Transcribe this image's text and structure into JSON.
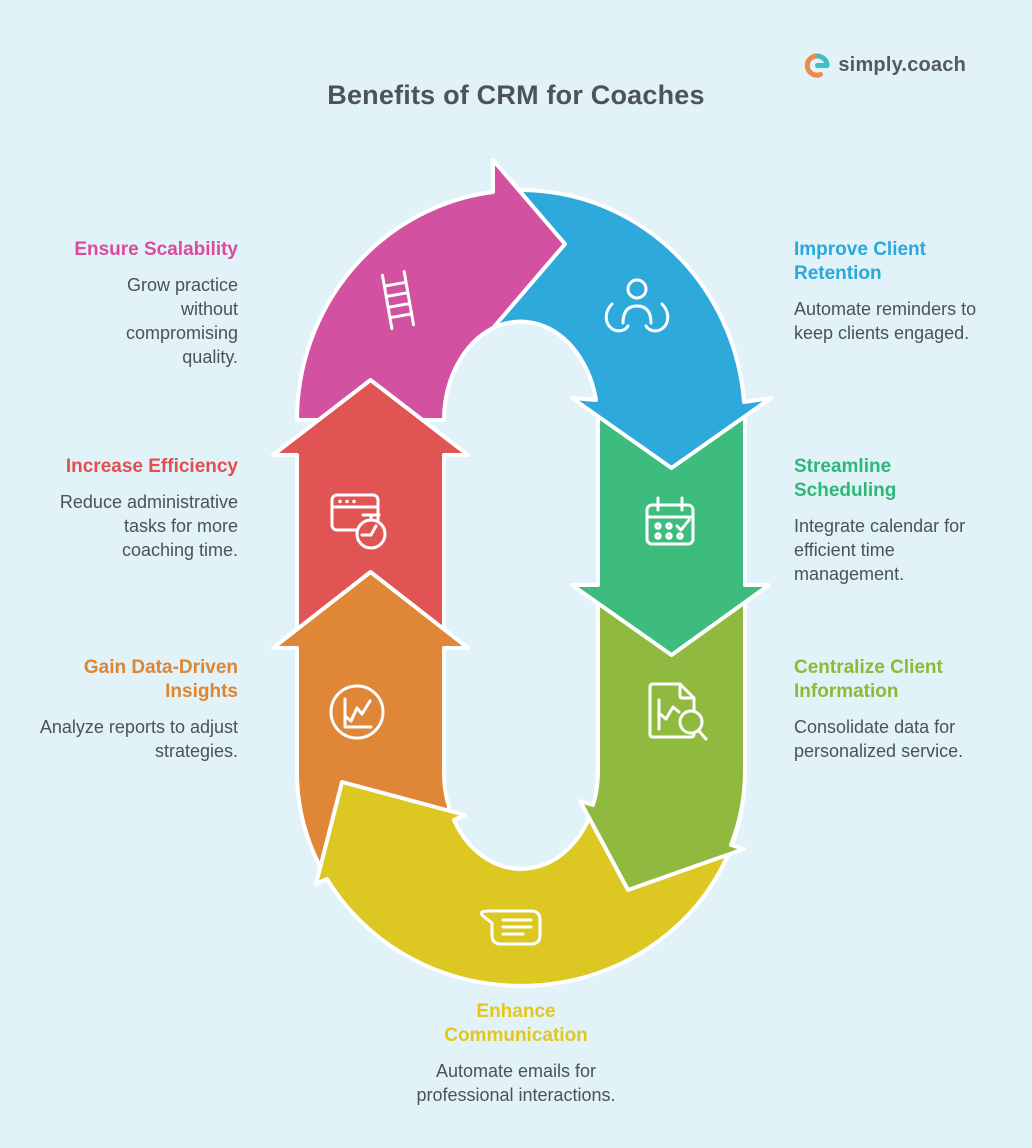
{
  "header": {
    "title": "Benefits of CRM for Coaches",
    "logo_text": "simply.coach"
  },
  "colors": {
    "background": "#e1f2f9",
    "title_text": "#4c5359",
    "body_text": "#4a525b",
    "logo_text": "#555a62",
    "logo_orange": "#ef8a4b",
    "logo_teal": "#3fbec6",
    "icon_stroke": "#ffffff"
  },
  "benefits": [
    {
      "id": "ensure-scalability",
      "title": "Ensure Scalability",
      "description": "Grow practice without compromising quality.",
      "label_color": "#dd4a9c",
      "arrow_color": "#d251a1",
      "icon": "ladder-icon",
      "position": "left-top"
    },
    {
      "id": "improve-client-retention",
      "title": "Improve Client Retention",
      "description": "Automate reminders to keep clients engaged.",
      "label_color": "#2aa7dc",
      "arrow_color": "#2ea9dc",
      "icon": "caring-hands-icon",
      "position": "right-top"
    },
    {
      "id": "streamline-scheduling",
      "title": "Streamline Scheduling",
      "description": "Integrate calendar for efficient time management.",
      "label_color": "#2eb878",
      "arrow_color": "#3dbc7d",
      "icon": "calendar-check-icon",
      "position": "right-middle"
    },
    {
      "id": "centralize-client-information",
      "title": "Centralize Client Information",
      "description": "Consolidate data for personalized service.",
      "label_color": "#8eba33",
      "arrow_color": "#90ba3f",
      "icon": "document-search-icon",
      "position": "right-bottom"
    },
    {
      "id": "enhance-communication",
      "title": "Enhance Communication",
      "description": "Automate emails for professional interactions.",
      "label_color": "#e4c71b",
      "arrow_color": "#ddc722",
      "icon": "chat-bubble-icon",
      "position": "bottom"
    },
    {
      "id": "gain-data-driven-insights",
      "title": "Gain Data-Driven Insights",
      "description": "Analyze reports to adjust strategies.",
      "label_color": "#df852f",
      "arrow_color": "#e08637",
      "icon": "line-chart-icon",
      "position": "left-bottom"
    },
    {
      "id": "increase-efficiency",
      "title": "Increase Efficiency",
      "description": "Reduce administrative tasks for more coaching time.",
      "label_color": "#e05050",
      "arrow_color": "#e15454",
      "icon": "browser-timer-icon",
      "position": "left-middle"
    }
  ]
}
